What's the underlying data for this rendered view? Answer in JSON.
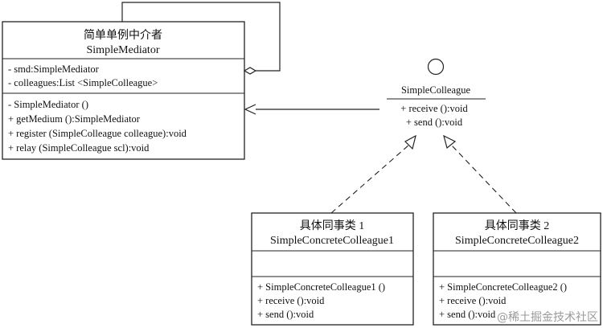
{
  "mediator": {
    "title_cn": "简单单例中介者",
    "title_en": "SimpleMediator",
    "attributes": [
      "- smd:SimpleMediator",
      "- colleagues:List <SimpleColleague>"
    ],
    "operations": [
      "- SimpleMediator ()",
      "+ getMedium ():SimpleMediator",
      "+ register (SimpleColleague colleague):void",
      "+ relay (SimpleColleague scl):void"
    ]
  },
  "colleague_interface": {
    "title": "SimpleColleague",
    "operations": [
      "+ receive ():void",
      "+ send ():void"
    ]
  },
  "concrete1": {
    "title_cn": "具体同事类 1",
    "title_en": "SimpleConcreteColleague1",
    "operations": [
      "+ SimpleConcreteColleague1 ()",
      "+ receive ():void",
      "+ send ():void"
    ]
  },
  "concrete2": {
    "title_cn": "具体同事类 2",
    "title_en": "SimpleConcreteColleague2",
    "operations": [
      "+ SimpleConcreteColleague2 ()",
      "+ receive ():void",
      "+ send ():void"
    ]
  },
  "watermark": "@稀土掘金技术社区"
}
